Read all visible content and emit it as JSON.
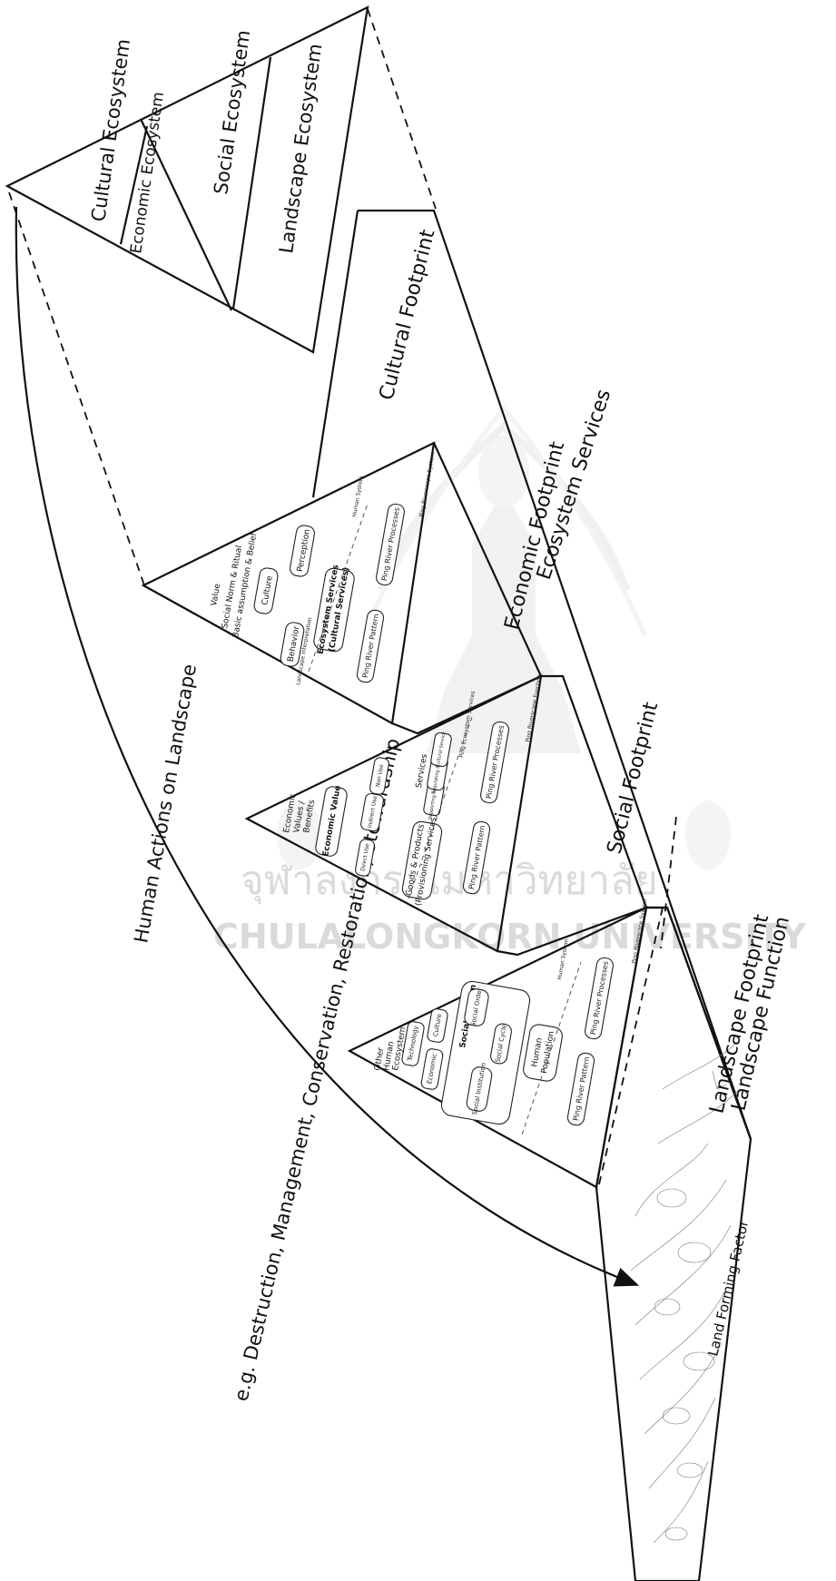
{
  "pyramid": {
    "cultural": "Cultural Ecosystem",
    "economic": "Economic Ecosystem",
    "social": "Social Ecosystem",
    "landscape": "Landscape Ecosystem"
  },
  "actions": {
    "line1": "Human Actions on Landscape",
    "line2": "e.g. Destruction, Management, Conservation, Restoration, Stewardship"
  },
  "footprints": {
    "cultural": "Cultural Footprint",
    "economic": "Economic Footprint",
    "social": "Social Footprint",
    "landscape": "Landscape Footprint",
    "ecosystem_services": "Ecosystem Services",
    "landscape_function": "Landscape Function",
    "land_forming": "Land Forming Factor"
  },
  "cultural_tri": {
    "value": "Value",
    "norm": "Social Norm & Ritual",
    "belief": "Basic assumption & Belief",
    "culture": "Culture",
    "behavior": "Behavior",
    "perception": "Perception",
    "es1": "Ecosystem Services",
    "es2": "(Cultural Services)",
    "pattern": "Ping River Pattern",
    "processes": "Ping River Processes",
    "human_system": "Human System",
    "riverscape": "Ping Riverscape System",
    "landscape_label": "Landscape Interpretation"
  },
  "economic_tri": {
    "values1": "Economic",
    "values2": "Values /",
    "values3": "Benefits",
    "econ_value": "Economic Value",
    "direct": "Direct Use",
    "indirect": "Indirect Use",
    "nonuse": "Non Use",
    "goods1": "Goods & Products",
    "goods2": "(Provisioning Services)",
    "services": "Services",
    "supporting": "Supporting Service",
    "regulating": "Regulating Service",
    "cultural": "Cultural Service",
    "pes": "Ping Ecosystem Services",
    "pattern": "Ping River Pattern",
    "processes": "Ping River Processes",
    "function": "Ping Riverscape Function"
  },
  "social_tri": {
    "other1": "Other",
    "other2": "Human",
    "other3": "Ecosystem",
    "technology": "Technology",
    "economic": "Economic",
    "culture": "Culture",
    "social_system": "Social System",
    "social_order": "Social Order",
    "social_institution": "Social Institution",
    "social_cycle": "Social Cycle",
    "human_pop1": "Human",
    "human_pop2": "Population",
    "pattern": "Ping River Pattern",
    "processes": "Ping River Processes",
    "human_system": "Human System",
    "riverscape": "Ping Riverscape System"
  },
  "watermark": {
    "thai": "จุฬาลงกรณ์มหาวิทยาลัย",
    "english": "CHULALONGKORN UNIVERSITY"
  }
}
